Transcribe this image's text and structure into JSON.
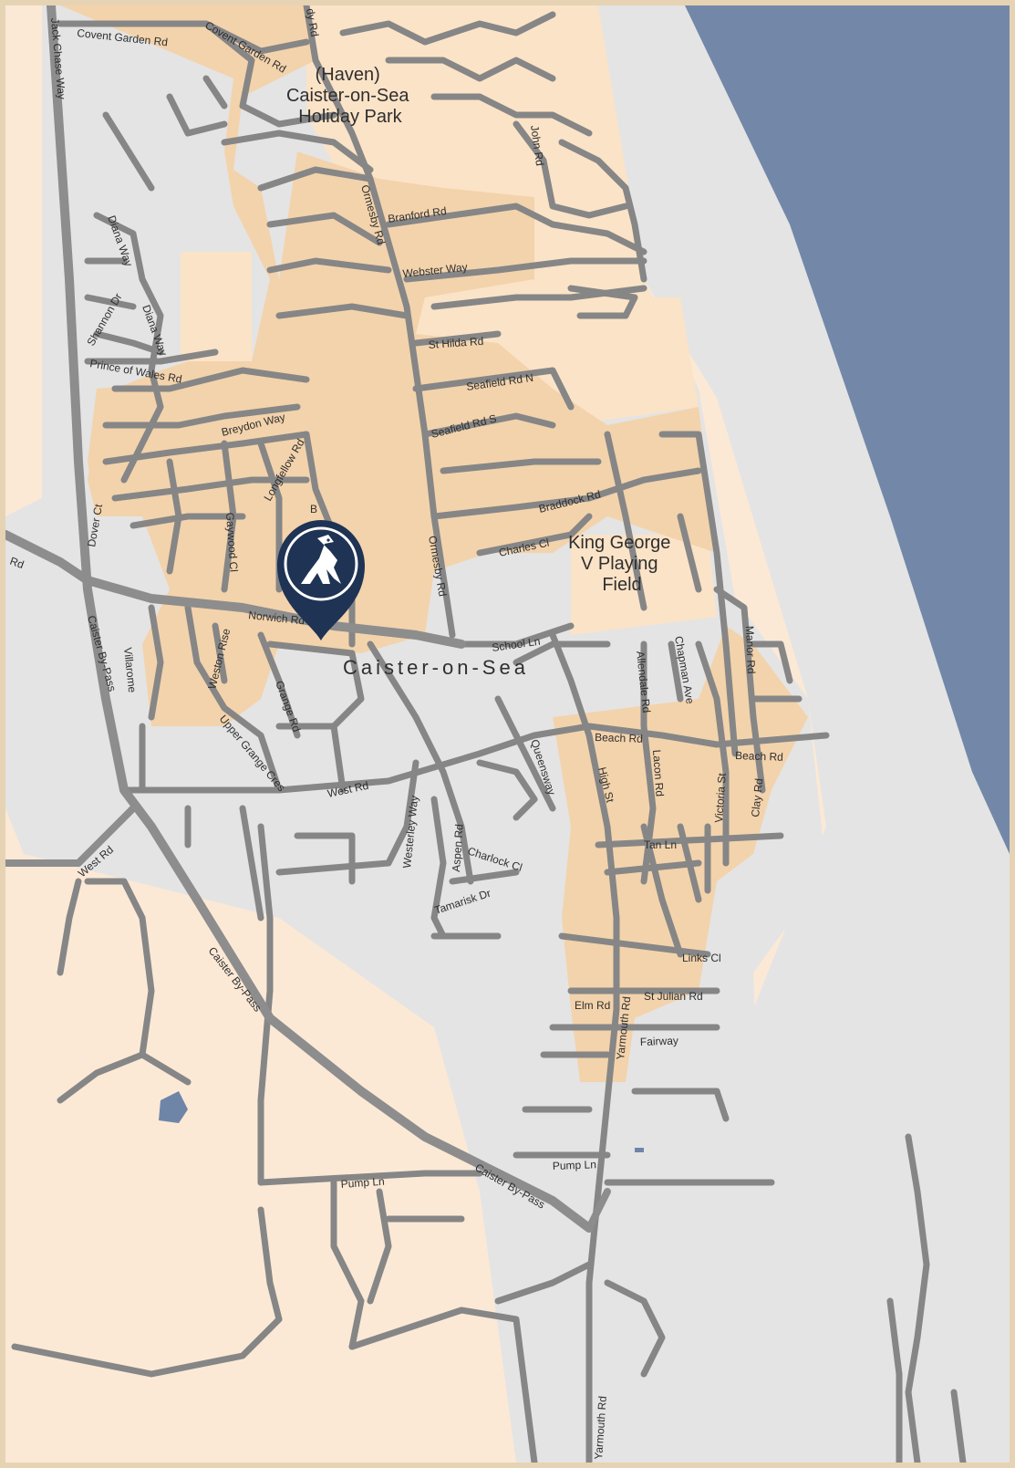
{
  "map": {
    "colors": {
      "sea": "#7388a8",
      "beach": "#e4e4e4",
      "land": "#fbe9d6",
      "urban": "#f3d3ac",
      "urban_light": "#fbe3c7",
      "road": "#868686",
      "major_road": "#8d8d8d",
      "water": "#6f85a8",
      "marker": "#1f3355"
    },
    "places": {
      "holiday_park": [
        "(Haven)",
        "Caister-on-Sea",
        "Holiday Park"
      ],
      "playing_field": [
        "King George",
        "V Playing",
        "Field"
      ],
      "town": "Caister-on-Sea"
    },
    "roads": {
      "covent_garden_1": "Covent Garden Rd",
      "covent_garden_2": "Covent Garden Rd",
      "jack_chase": "Jack Chase Way",
      "ormesby_top": "dy Rd",
      "ormesby_1": "Ormesby Rd",
      "ormesby_2": "Ormesby Rd",
      "john": "John Rd",
      "branford": "Branford Rd",
      "webster": "Webster Way",
      "diana_1": "Diana Way",
      "diana_2": "Diana Way",
      "shannon": "Shannon Dr",
      "prince_wales": "Prince of Wales Rd",
      "st_hilda": "St Hilda Rd",
      "seafield_n": "Seafield Rd N",
      "seafield_s": "Seafield Rd S",
      "breydon": "Breydon Way",
      "longfellow": "Longfellow Rd",
      "braddock": "Braddock Rd",
      "charles": "Charles Cl",
      "dover": "Dover Ct",
      "gaywood": "Gaywood Cl",
      "rd_left": "Rd",
      "norwich": "Norwich Rd",
      "b_frag": "B",
      "school": "School Ln",
      "caister_bypass_1": "Caister By-Pass",
      "caister_bypass_2": "Caister By-Pass",
      "caister_bypass_3": "Caister By-Pass",
      "villarome": "Villarome",
      "weston": "Weston Rise",
      "grange": "Grange Rd",
      "upper_grange": "Upper Grange Cres",
      "allendale": "Allendale Rd",
      "chapman": "Chapman Ave",
      "manor": "Manor Rd",
      "beach_1": "Beach Rd",
      "beach_2": "Beach Rd",
      "queensway": "Queensway",
      "high": "High St",
      "lacon": "Lacon Rd",
      "victoria": "Victoria St",
      "clay": "Clay Rd",
      "west_1": "West Rd",
      "west_2": "West Rd",
      "westerley": "Westerley Way",
      "aspen": "Aspen Rd",
      "charlock": "Charlock Cl",
      "tamarisk": "Tamarisk Dr",
      "tan": "Tan Ln",
      "links": "Links Cl",
      "elm": "Elm Rd",
      "st_julian": "St Julian Rd",
      "yarmouth_1": "Yarmouth Rd",
      "yarmouth_2": "Yarmouth Rd",
      "fairway": "Fairway",
      "pump_1": "Pump Ln",
      "pump_2": "Pump Ln"
    }
  }
}
